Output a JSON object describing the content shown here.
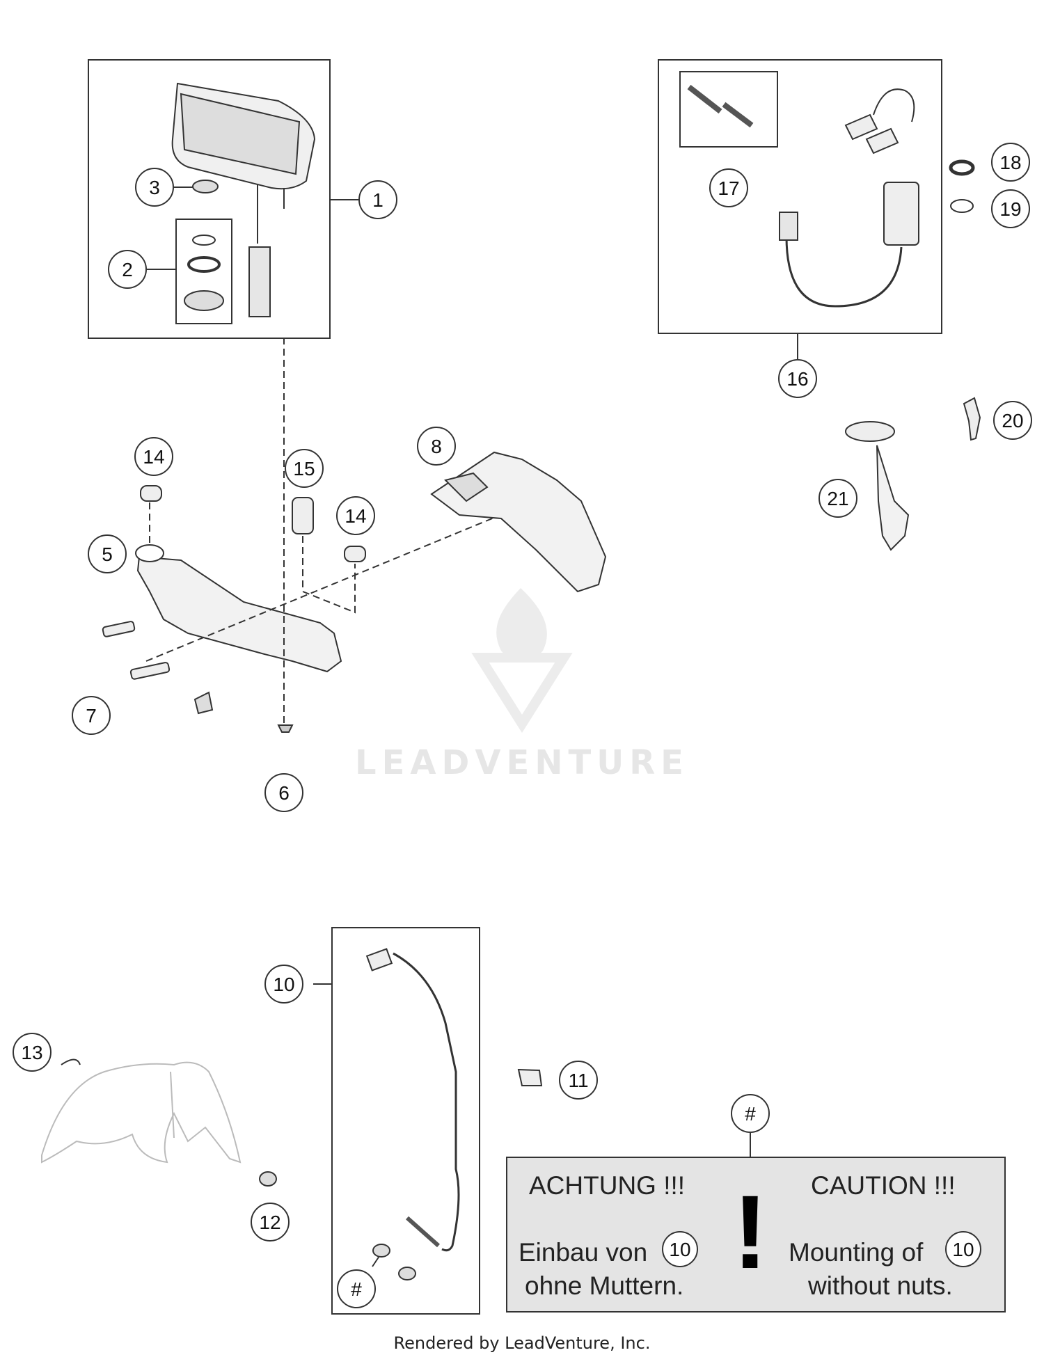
{
  "callouts": {
    "c1": "1",
    "c2": "2",
    "c3": "3",
    "c5": "5",
    "c6": "6",
    "c7": "7",
    "c8": "8",
    "c10": "10",
    "c11": "11",
    "c12": "12",
    "c13": "13",
    "c14a": "14",
    "c14b": "14",
    "c15": "15",
    "c16": "16",
    "c17": "17",
    "c18": "18",
    "c19": "19",
    "c20": "20",
    "c21": "21",
    "hash_top": "#",
    "hash_bottom": "#"
  },
  "caution_box": {
    "left_heading": "ACHTUNG !!!",
    "left_line1": "Einbau von",
    "left_ref": "10",
    "left_line2": "ohne Muttern.",
    "mark": "!",
    "right_heading": "CAUTION !!!",
    "right_line1": "Mounting of",
    "right_ref": "10",
    "right_line2": "without nuts."
  },
  "watermark": "LEADVENTURE",
  "footer": "Rendered by LeadVenture, Inc.",
  "colors": {
    "line": "#333333",
    "part_fill": "#eeeeee",
    "caution_bg": "#e4e4e4",
    "watermark": "#e6e6e6"
  }
}
